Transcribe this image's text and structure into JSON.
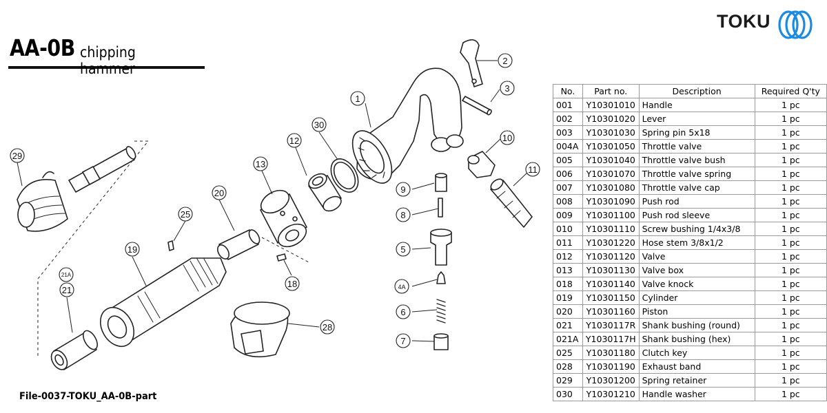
{
  "brand": {
    "logo_text": "TOKU",
    "accent_color": "#1a8be0"
  },
  "title": {
    "model": "AA-0B",
    "subtitle": "chipping hammer"
  },
  "caption": "File-0037-TOKU_AA-0B-part",
  "callouts": [
    "1",
    "2",
    "3",
    "10",
    "11",
    "30",
    "12",
    "13",
    "9",
    "8",
    "5",
    "4A",
    "6",
    "7",
    "29",
    "20",
    "25",
    "19",
    "21A",
    "21",
    "18",
    "28"
  ],
  "table": {
    "headers": [
      "No.",
      "Part no.",
      "Description",
      "Required Q'ty"
    ],
    "rows": [
      [
        "001",
        "Y10301010",
        "Handle",
        "1 pc"
      ],
      [
        "002",
        "Y10301020",
        "Lever",
        "1 pc"
      ],
      [
        "003",
        "Y10301030",
        "Spring pin 5x18",
        "1 pc"
      ],
      [
        "004A",
        "Y10301050",
        "Throttle valve",
        "1 pc"
      ],
      [
        "005",
        "Y10301040",
        "Throttle valve bush",
        "1 pc"
      ],
      [
        "006",
        "Y10301070",
        "Throttle valve spring",
        "1 pc"
      ],
      [
        "007",
        "Y10301080",
        "Throttle valve cap",
        "1 pc"
      ],
      [
        "008",
        "Y10301090",
        "Push rod",
        "1 pc"
      ],
      [
        "009",
        "Y10301100",
        "Push rod sleeve",
        "1 pc"
      ],
      [
        "010",
        "Y10301110",
        "Screw bushing 1/4x3/8",
        "1 pc"
      ],
      [
        "011",
        "Y10301220",
        "Hose stem 3/8x1/2",
        "1 pc"
      ],
      [
        "012",
        "Y10301120",
        "Valve",
        "1 pc"
      ],
      [
        "013",
        "Y10301130",
        "Valve box",
        "1 pc"
      ],
      [
        "018",
        "Y10301140",
        "Valve knock",
        "1 pc"
      ],
      [
        "019",
        "Y10301150",
        "Cylinder",
        "1 pc"
      ],
      [
        "020",
        "Y10301160",
        "Piston",
        "1 pc"
      ],
      [
        "021",
        "Y1030117R",
        "Shank bushing (round)",
        "1 pc"
      ],
      [
        "021A",
        "Y1030117H",
        "Shank bushing (hex)",
        "1 pc"
      ],
      [
        "025",
        "Y10301180",
        "Clutch key",
        "1 pc"
      ],
      [
        "028",
        "Y10301190",
        "Exhaust band",
        "1 pc"
      ],
      [
        "029",
        "Y10301200",
        "Spring retainer",
        "1 pc"
      ],
      [
        "030",
        "Y10301210",
        "Handle washer",
        "1 pc"
      ]
    ]
  }
}
